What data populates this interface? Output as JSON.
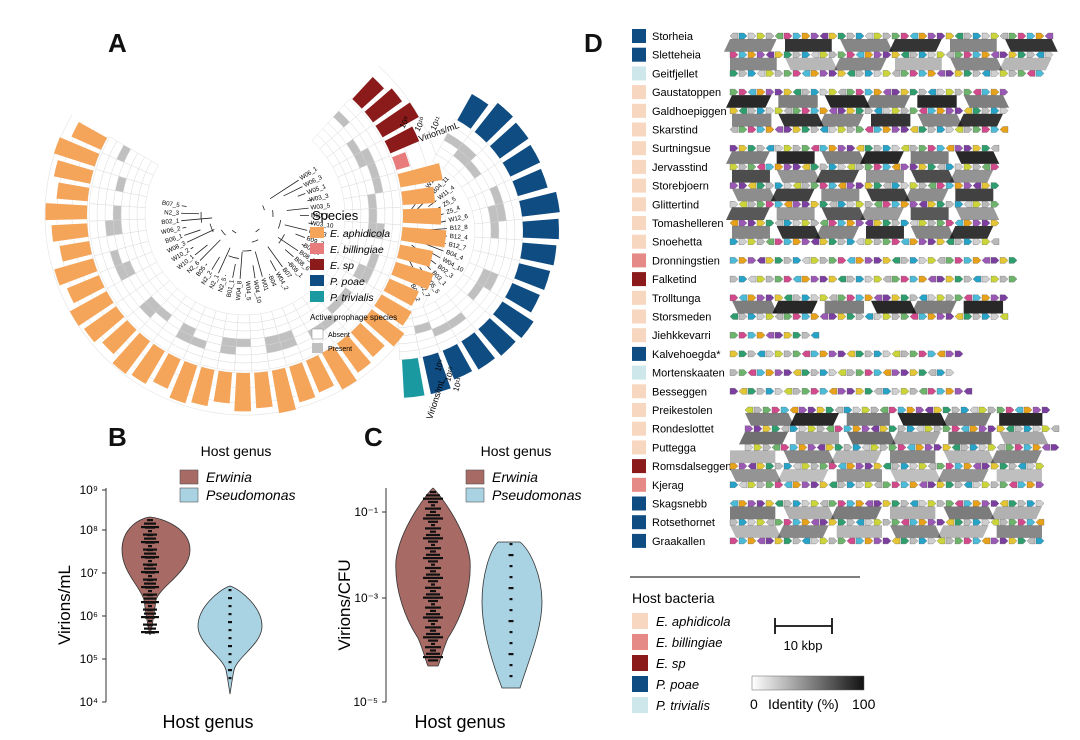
{
  "panels": {
    "a": "A",
    "b": "B",
    "c": "C",
    "d": "D"
  },
  "colors": {
    "e_aphidicola": "#f4a55a",
    "e_billingiae": "#e87b7b",
    "e_sp": "#8b1a1a",
    "p_poae": "#0f4c81",
    "p_trivialis": "#1a9aa0",
    "erwinia_violin": "#a86a65",
    "pseudomonas_violin": "#a9d3e3",
    "present": "#c0c0c0",
    "absent": "#ffffff",
    "host_e_aphidicola": "#f7d7c0",
    "host_e_billingiae": "#e58a86",
    "host_e_sp": "#8b1a1a",
    "host_p_poae": "#0f4c81",
    "host_p_trivialis": "#cde7ea"
  },
  "panel_a": {
    "legend_title": "Species",
    "species": [
      "E. aphidicola",
      "E. billingiae",
      "E. sp",
      "P. poae",
      "P. trivialis"
    ],
    "prophage_title": "Active prophage species",
    "prophage_absent": "Absent",
    "prophage_present": "Present",
    "axis_label": "Virions/mL",
    "axis_ticks": [
      "10⁹",
      "10¹⁰",
      "10¹¹"
    ],
    "erwinia_leaves": [
      "W06_1",
      "W06_3",
      "W05_1",
      "W03_3",
      "W03_5",
      "B10_1",
      "W03_10",
      "B09_3",
      "B09_2",
      "B09_1",
      "B08_8",
      "B08_6",
      "B08_1",
      "B07",
      "W04_2",
      "B04",
      "W01",
      "W04_10",
      "W04_5",
      "W04_8",
      "B01_1",
      "N2_5",
      "N2_1",
      "N2_2",
      "B05",
      "N2_6",
      "W10_1",
      "W10_2",
      "W08_3",
      "B06_1",
      "W06_2",
      "B02_1",
      "N2_3",
      "B07_5"
    ],
    "pseudomonas_leaves": [
      "W11_1",
      "B04_11",
      "W11_4",
      "Z5_5",
      "Z5_4",
      "W12_6",
      "B12_8",
      "B12_4",
      "B12_7",
      "B04_4",
      "W04_10",
      "B02_3",
      "B03_1",
      "W05_5",
      "B02_7",
      "B02_2"
    ]
  },
  "panel_b": {
    "legend_title": "Host genus",
    "legend": [
      "Erwinia",
      "Pseudomonas"
    ],
    "ylabel": "Virions/mL",
    "xlabel": "Host genus",
    "yticks": [
      "10⁴",
      "10⁵",
      "10⁶",
      "10⁷",
      "10⁸",
      "10⁹"
    ]
  },
  "panel_c": {
    "legend_title": "Host genus",
    "legend": [
      "Erwinia",
      "Pseudomonas"
    ],
    "ylabel": "Virions/CFU",
    "xlabel": "Host genus",
    "yticks": [
      "10⁻⁵",
      "10⁻³",
      "10⁻¹"
    ]
  },
  "panel_d": {
    "phages": [
      {
        "name": "Storheia",
        "host": "p_poae"
      },
      {
        "name": "Sletteheia",
        "host": "p_poae"
      },
      {
        "name": "Geitfjellet",
        "host": "p_trivialis"
      },
      {
        "name": "Gaustatoppen",
        "host": "e_aphidicola"
      },
      {
        "name": "Galdhoepiggen",
        "host": "e_aphidicola"
      },
      {
        "name": "Skarstind",
        "host": "e_aphidicola"
      },
      {
        "name": "Surtningsue",
        "host": "e_aphidicola"
      },
      {
        "name": "Jervasstind",
        "host": "e_aphidicola"
      },
      {
        "name": "Storebjoern",
        "host": "e_aphidicola"
      },
      {
        "name": "Glittertind",
        "host": "e_aphidicola"
      },
      {
        "name": "Tomashelleren",
        "host": "e_aphidicola"
      },
      {
        "name": "Snoehetta",
        "host": "e_aphidicola"
      },
      {
        "name": "Dronningstien",
        "host": "e_billingiae"
      },
      {
        "name": "Falketind",
        "host": "e_sp"
      },
      {
        "name": "Trolltunga",
        "host": "e_aphidicola"
      },
      {
        "name": "Storsmeden",
        "host": "e_aphidicola"
      },
      {
        "name": "Jiehkkevarri",
        "host": "e_aphidicola"
      },
      {
        "name": "Kalvehoegda*",
        "host": "p_poae"
      },
      {
        "name": "Mortenskaaten",
        "host": "p_trivialis"
      },
      {
        "name": "Besseggen",
        "host": "e_aphidicola"
      },
      {
        "name": "Preikestolen",
        "host": "e_aphidicola"
      },
      {
        "name": "Rondeslottet",
        "host": "e_aphidicola"
      },
      {
        "name": "Puttegga",
        "host": "e_aphidicola"
      },
      {
        "name": "Romsdalseggen",
        "host": "e_sp"
      },
      {
        "name": "Kjerag",
        "host": "e_billingiae"
      },
      {
        "name": "Skagsnebb",
        "host": "p_poae"
      },
      {
        "name": "Rotsethornet",
        "host": "p_poae"
      },
      {
        "name": "Graakallen",
        "host": "p_poae"
      }
    ],
    "host_title": "Host bacteria",
    "host_legend": [
      {
        "label": "E. aphidicola",
        "key": "host_e_aphidicola"
      },
      {
        "label": "E. billingiae",
        "key": "host_e_billingiae"
      },
      {
        "label": "E. sp",
        "key": "host_e_sp"
      },
      {
        "label": "P. poae",
        "key": "host_p_poae"
      },
      {
        "label": "P. trivialis",
        "key": "host_p_trivialis"
      }
    ],
    "scale_label": "10 kbp",
    "identity_label": "Identity (%)",
    "identity_min": "0",
    "identity_max": "100"
  }
}
